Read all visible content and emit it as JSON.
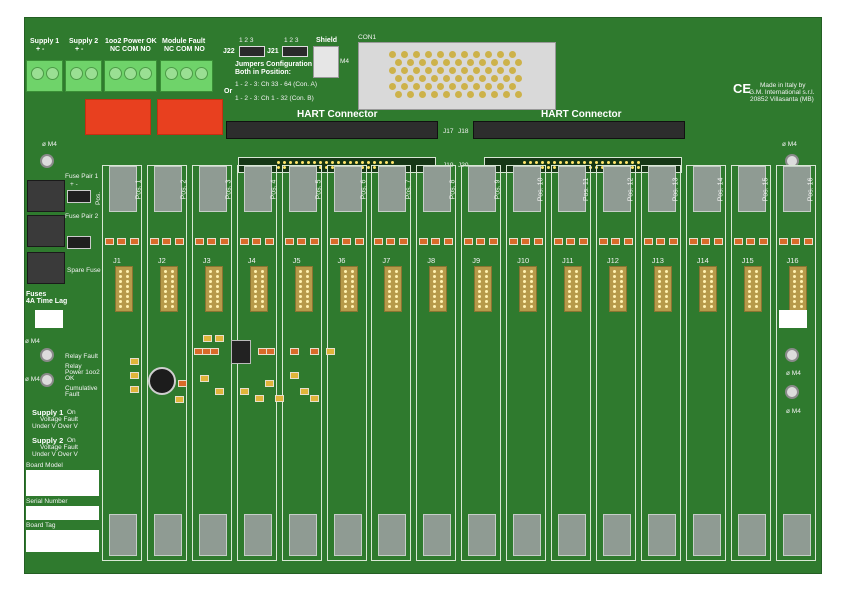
{
  "terminals": {
    "supply1": {
      "title": "Supply 1",
      "pins": "+    -"
    },
    "supply2": {
      "title": "Supply 2",
      "pins": "+    -"
    },
    "power_ok": {
      "title": "1oo2 Power OK",
      "pins": "NC COM NO"
    },
    "module_fault": {
      "title": "Module Fault",
      "pins": "NC COM NO"
    }
  },
  "jumpers": {
    "j22": "J22",
    "j21": "J21",
    "pins_a": "1 2 3",
    "pins_b": "1 2 3",
    "shield": "Shield",
    "m4": "M4",
    "config_title": "Jumpers Configuration",
    "config_sub": "Both in Position:",
    "opt_a": "1 - 2 - 3: Ch 33 - 64 (Con. A)",
    "or": "Or",
    "opt_b": "1 - 2 - 3: Ch 1 - 32 (Con. B)"
  },
  "con1": "CON1",
  "maker": {
    "ce": "CE",
    "line1": "Made in Italy by",
    "line2": "G.M. International s.r.l.",
    "line3": "20852 Villasanta (MB)"
  },
  "hart": {
    "left": "HART Connector",
    "right": "HART Connector",
    "j17": "J17",
    "j18": "J18",
    "j19": "J19",
    "j20": "J20"
  },
  "mounts": {
    "m4_tl": "ø M4",
    "m4_tr": "ø M4",
    "m4_l1": "ø M4",
    "m4_l2": "ø M4",
    "m4_r1": "ø M4",
    "m4_r2": "ø M4"
  },
  "fuses": {
    "pair1": "Fuse Pair 1",
    "pair2": "Fuse Pair 2",
    "spare": "Spare Fuse",
    "pins": "+    -",
    "pos": "Pos.",
    "footer1": "Fuses",
    "footer2": "4A Time Lag"
  },
  "status": {
    "relay_fault": "Relay Fault",
    "relay_power_a": "Relay",
    "relay_power_b": "Power 1oo2",
    "relay_power_c": "OK",
    "cumulative_a": "Cumulative",
    "cumulative_b": "Fault",
    "supply1": "Supply 1",
    "supply1_on": "On",
    "supply2": "Supply 2",
    "supply2_on": "On",
    "vf": "Voltage Fault",
    "uvov": "Under V  Over V"
  },
  "labels": {
    "board_model": "Board Model",
    "serial_number": "Serial Number",
    "board_tag": "Board Tag"
  },
  "slots": [
    {
      "pos": "Pos. 1",
      "j": "J1"
    },
    {
      "pos": "Pos. 2",
      "j": "J2"
    },
    {
      "pos": "Pos. 3",
      "j": "J3"
    },
    {
      "pos": "Pos. 4",
      "j": "J4"
    },
    {
      "pos": "Pos. 5",
      "j": "J5"
    },
    {
      "pos": "Pos. 6",
      "j": "J6"
    },
    {
      "pos": "Pos. 7",
      "j": "J7"
    },
    {
      "pos": "Pos. 8",
      "j": "J8"
    },
    {
      "pos": "Pos. 9",
      "j": "J9"
    },
    {
      "pos": "Pos. 10",
      "j": "J10"
    },
    {
      "pos": "Pos. 11",
      "j": "J11"
    },
    {
      "pos": "Pos. 12",
      "j": "J12"
    },
    {
      "pos": "Pos. 13",
      "j": "J13"
    },
    {
      "pos": "Pos. 14",
      "j": "J14"
    },
    {
      "pos": "Pos. 15",
      "j": "J15"
    },
    {
      "pos": "Pos. 16",
      "j": "J16"
    }
  ],
  "colors": {
    "pcb": "#2f7a2e",
    "terminal": "#6fd36a",
    "relay": "#e8401f",
    "silkscreen": "#ffffff"
  }
}
